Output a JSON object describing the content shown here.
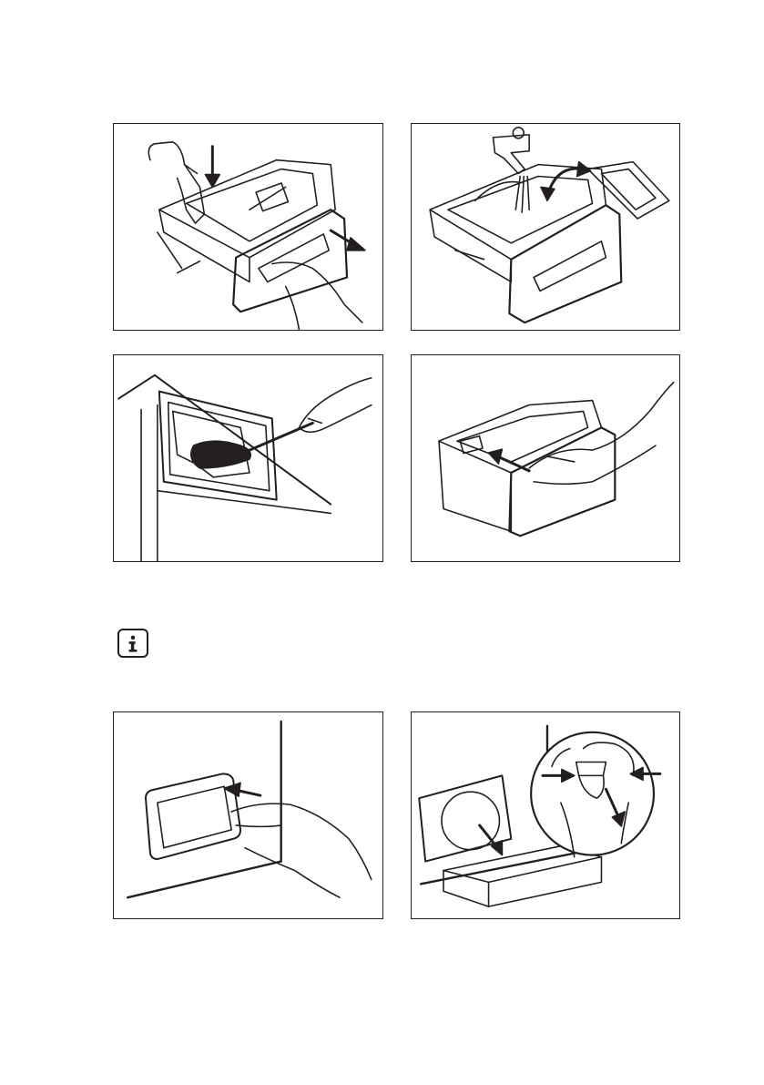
{
  "document": {
    "illustrations": [
      {
        "subject": "drawer-removal-press-release"
      },
      {
        "subject": "drawer-rinse-under-tap"
      },
      {
        "subject": "drawer-recess-brush-clean"
      },
      {
        "subject": "drawer-reinsert"
      },
      {
        "subject": "pump-flap-open"
      },
      {
        "subject": "pump-filter-drain"
      }
    ],
    "info_icon": "info-icon",
    "colors": {
      "line": "#231f20",
      "background": "#ffffff"
    }
  }
}
